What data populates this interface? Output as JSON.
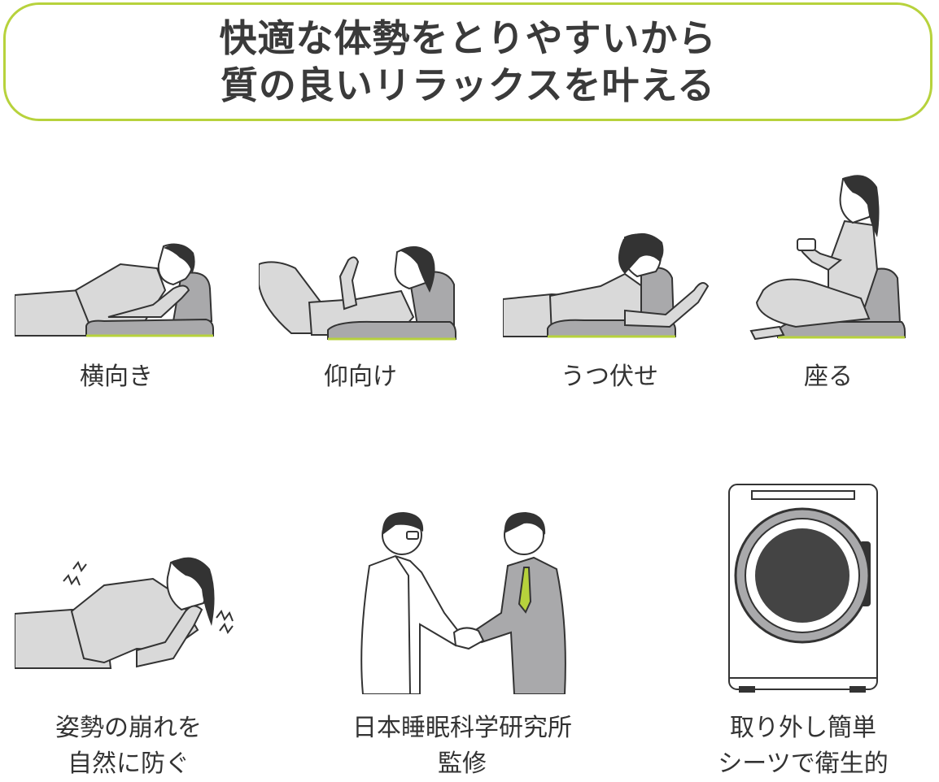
{
  "headline": {
    "line1": "快適な体勢をとりやすいから",
    "line2": "質の良いリラックスを叶える"
  },
  "postures": [
    {
      "label": "横向き"
    },
    {
      "label": "仰向け"
    },
    {
      "label": "うつ伏せ"
    },
    {
      "label": "座る"
    }
  ],
  "features": [
    {
      "line1": "姿勢の崩れを",
      "line2": "自然に防ぐ"
    },
    {
      "line1": "日本睡眠科学研究所",
      "line2": "監修"
    },
    {
      "line1": "取り外し簡単",
      "line2": "シーツで衛生的"
    }
  ],
  "colors": {
    "accent": "#b7d23c",
    "cushion": "#a9a9ab",
    "body": "#d9d9d9",
    "line": "#333333"
  }
}
